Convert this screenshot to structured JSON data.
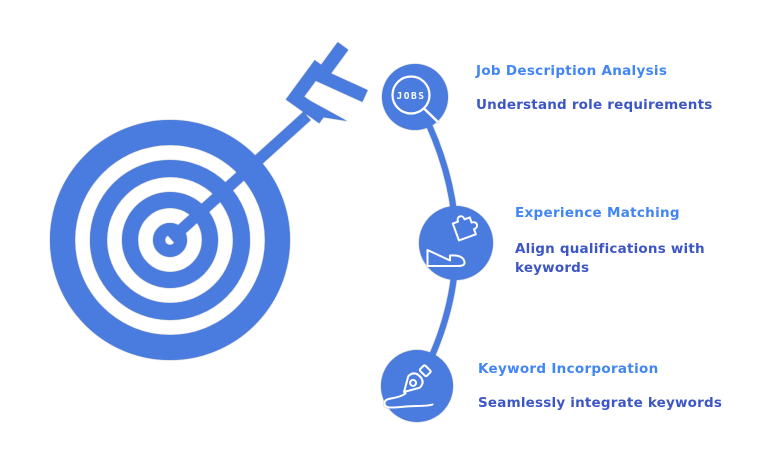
{
  "colors": {
    "primary_blue": "#4A7CE0",
    "title_blue": "#4285F4",
    "subtitle_blue": "#3D56C6",
    "icon_stroke_white": "#FFFFFF"
  },
  "magnifier_label": "JOBS",
  "steps": [
    {
      "title": "Job Description Analysis",
      "subtitle": "Understand role requirements",
      "icon": "jobs-magnifier-icon"
    },
    {
      "title": "Experience Matching",
      "subtitle": "Align qualifications with keywords",
      "icon": "hand-puzzle-icon"
    },
    {
      "title": "Keyword Incorporation",
      "subtitle": "Seamlessly integrate keywords",
      "icon": "pen-nib-icon"
    }
  ]
}
